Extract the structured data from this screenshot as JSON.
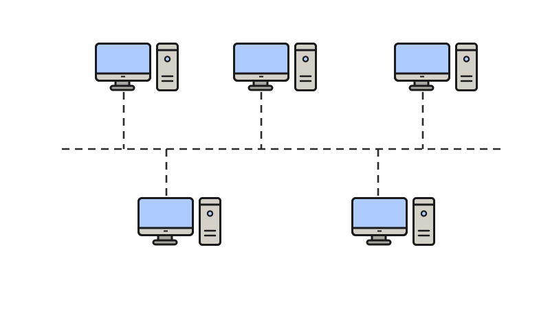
{
  "diagram": {
    "type": "bus-network",
    "colors": {
      "background": "#ffffff",
      "screen": "#aecbff",
      "monitor_bezel": "#d4d1c9",
      "stand": "#a9a7a1",
      "tower": "#d4d1c9",
      "outline": "#1a1a1a",
      "cable": "#2b2b2b"
    },
    "nodes": [
      {
        "id": "pc-1",
        "row": "top",
        "icon": "desktop-computer-icon",
        "connection": "dashed-cable-to-bus"
      },
      {
        "id": "pc-2",
        "row": "top",
        "icon": "desktop-computer-icon",
        "connection": "dashed-cable-to-bus"
      },
      {
        "id": "pc-3",
        "row": "top",
        "icon": "desktop-computer-icon",
        "connection": "dashed-cable-to-bus"
      },
      {
        "id": "pc-4",
        "row": "bottom",
        "icon": "desktop-computer-icon",
        "connection": "dashed-cable-to-bus"
      },
      {
        "id": "pc-5",
        "row": "bottom",
        "icon": "desktop-computer-icon",
        "connection": "dashed-cable-to-bus"
      }
    ],
    "bus": {
      "style": "dashed-line",
      "orientation": "horizontal"
    }
  }
}
